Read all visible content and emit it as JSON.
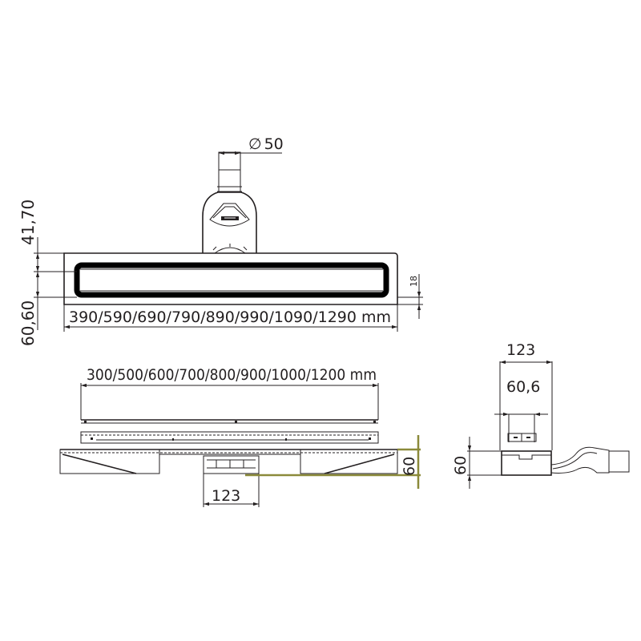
{
  "drawing": {
    "title": "Linear shower drain dimension drawing",
    "colors": {
      "line": "#231f20",
      "highlight": "#8b8a3a",
      "background": "#ffffff"
    },
    "top_view": {
      "outlet_diameter_label": "Ø 50",
      "outlet_diameter_symbol": "∅",
      "outlet_diameter_value": "50",
      "height_upper_label": "41,70",
      "height_lower_label": "60,60",
      "rim_label": "18",
      "overall_length_label": "390/590/690/790/890/990/1090/1290 mm"
    },
    "front_view": {
      "grate_length_label": "300/500/600/700/800/900/1000/1200 mm",
      "outlet_width_label": "123",
      "total_height_label": "60"
    },
    "side_view": {
      "body_width_label": "123",
      "channel_width_label": "60,6",
      "height_label": "60"
    }
  }
}
